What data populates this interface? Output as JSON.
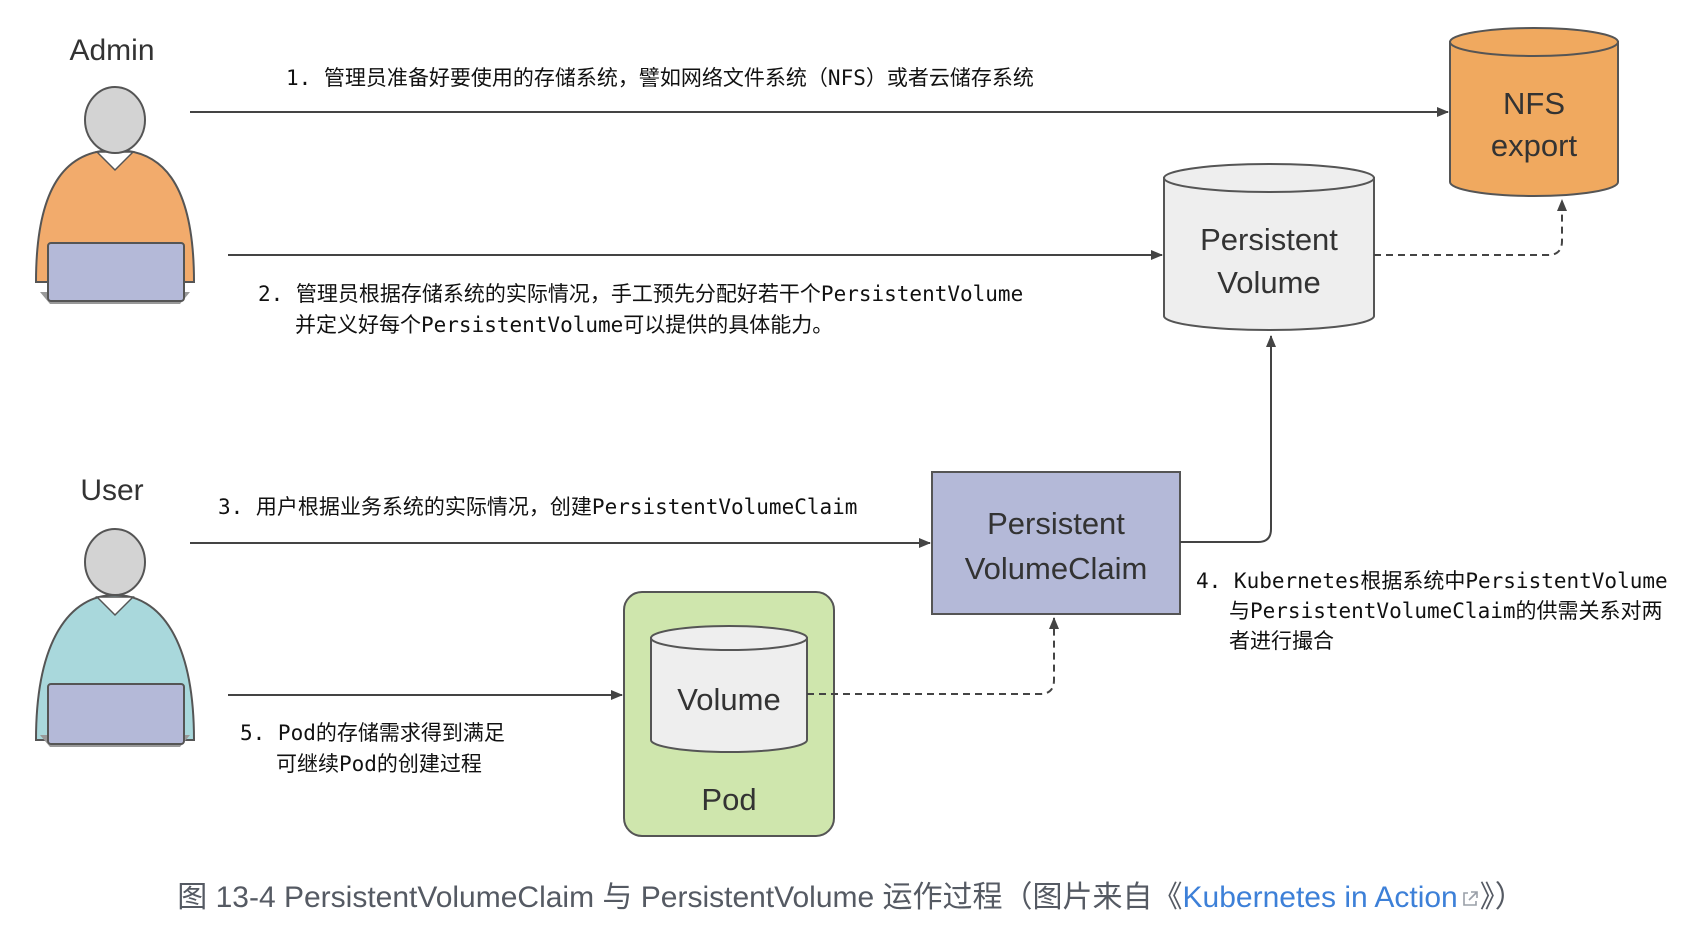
{
  "actors": {
    "admin": "Admin",
    "user": "User"
  },
  "steps": {
    "step1": "1. 管理员准备好要使用的存储系统，譬如网络文件系统（NFS）或者云储存系统",
    "step2_line1": "2. 管理员根据存储系统的实际情况，手工预先分配好若干个PersistentVolume",
    "step2_line2": "并定义好每个PersistentVolume可以提供的具体能力。",
    "step3": "3. 用户根据业务系统的实际情况，创建PersistentVolumeClaim",
    "step4_line1": "4. Kubernetes根据系统中PersistentVolume",
    "step4_line2": "与PersistentVolumeClaim的供需关系对两",
    "step4_line3": "者进行撮合",
    "step5_line1": "5. Pod的存储需求得到满足",
    "step5_line2": "可继续Pod的创建过程"
  },
  "nodes": {
    "nfs_line1": "NFS",
    "nfs_line2": "export",
    "pv_line1": "Persistent",
    "pv_line2": "Volume",
    "pvc_line1": "Persistent",
    "pvc_line2": "VolumeClaim",
    "volume": "Volume",
    "pod": "Pod"
  },
  "caption": {
    "prefix": "图 13-4 PersistentVolumeClaim 与 PersistentVolume 运作过程（图片来自《",
    "link": "Kubernetes in Action",
    "suffix": "》）"
  },
  "colors": {
    "admin_shirt": "#f2ab6c",
    "user_shirt": "#a9d8dc",
    "nfs_fill": "#f0a95f",
    "pv_fill": "#eeeeee",
    "pvc_fill": "#b4b9d8",
    "pod_fill": "#cfe6ad",
    "laptop": "#b4b9d8",
    "link": "#3d80d8"
  }
}
